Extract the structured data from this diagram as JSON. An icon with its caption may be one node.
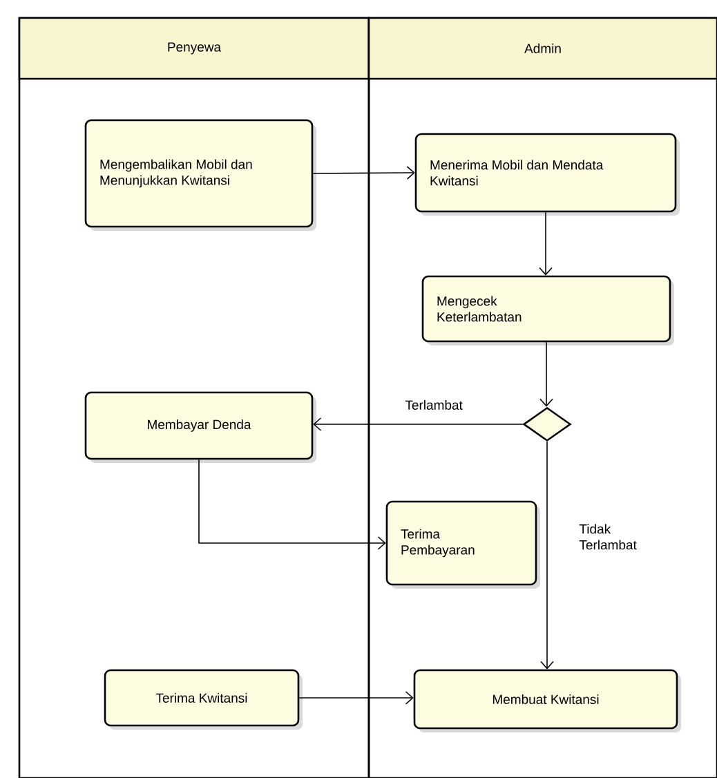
{
  "diagram": {
    "nodes": [
      {
        "text": [
          "Penyewa"
        ]
      },
      {
        "text": [
          "Admin"
        ]
      },
      {
        "text": [
          "Mengembalikan Mobil dan Menunjukkan Kwitansi"
        ],
        "in": 0
      },
      {
        "text": [
          "Menerima Mobil dan Mendata Kwitansi"
        ],
        "in": 1
      },
      {
        "text": [
          "Mengecek Keterlambatan"
        ],
        "in": 1
      },
      {
        "text": [],
        "shape": "diamond",
        "in": 1
      },
      {
        "text": [
          "Membayar Denda"
        ],
        "in": 0
      },
      {
        "text": [
          "Terima Pembayaran"
        ],
        "in": 1
      },
      {
        "text": [
          "Terima Kwitansi"
        ],
        "in": 0
      },
      {
        "text": [
          "Membuat Kwitansi"
        ],
        "in": 1
      }
    ],
    "edges": [
      {
        "from": 2,
        "to": 3,
        "arrow": "to"
      },
      {
        "from": 3,
        "to": 4,
        "arrow": "to"
      },
      {
        "from": 4,
        "to": 5,
        "arrow": "to"
      },
      {
        "from": 5,
        "to": 6,
        "arrow": "to",
        "label": "Terlambat"
      },
      {
        "from": 6,
        "to": 7,
        "arrow": "to"
      },
      {
        "from": 5,
        "to": 9,
        "arrow": "to",
        "label": "Tidak Terlambat"
      },
      {
        "from": 8,
        "to": 9,
        "arrow": "to"
      }
    ]
  }
}
